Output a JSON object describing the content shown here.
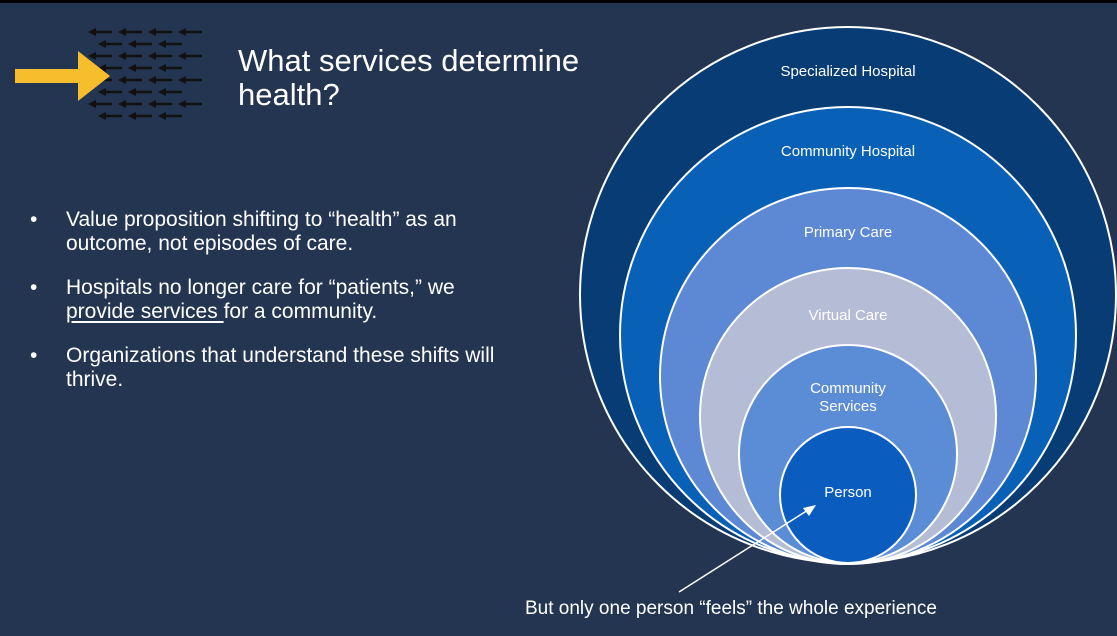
{
  "title": "What services determine health?",
  "bullets": {
    "b1": "Value proposition shifting to “health” as an outcome, not episodes of care.",
    "b2_pre": "Hospitals no longer care for “patients,” we ",
    "b2_link": "provide services ",
    "b2_post": "for a community.",
    "b3": "Organizations that understand these shifts will thrive.",
    "bullet_char": "•"
  },
  "diagram": {
    "rings": [
      {
        "label": "Specialized Hospital",
        "color": "#073c75"
      },
      {
        "label": "Community Hospital",
        "color": "#0861b7"
      },
      {
        "label": "Primary Care",
        "color": "#5c88d4"
      },
      {
        "label": "Virtual Care",
        "color": "#b5bcd6"
      },
      {
        "label_line1": "Community",
        "label_line2": "Services",
        "color": "#5b8cd6"
      },
      {
        "label": "Person",
        "color": "#0a5cbf"
      }
    ],
    "caption": "But only one person “feels” the whole experience"
  },
  "colors": {
    "background": "#243551",
    "accent_arrow": "#f6bd2c",
    "text": "#ffffff"
  },
  "icons": [
    "forward-arrow-icon",
    "reverse-arrows-icon"
  ]
}
